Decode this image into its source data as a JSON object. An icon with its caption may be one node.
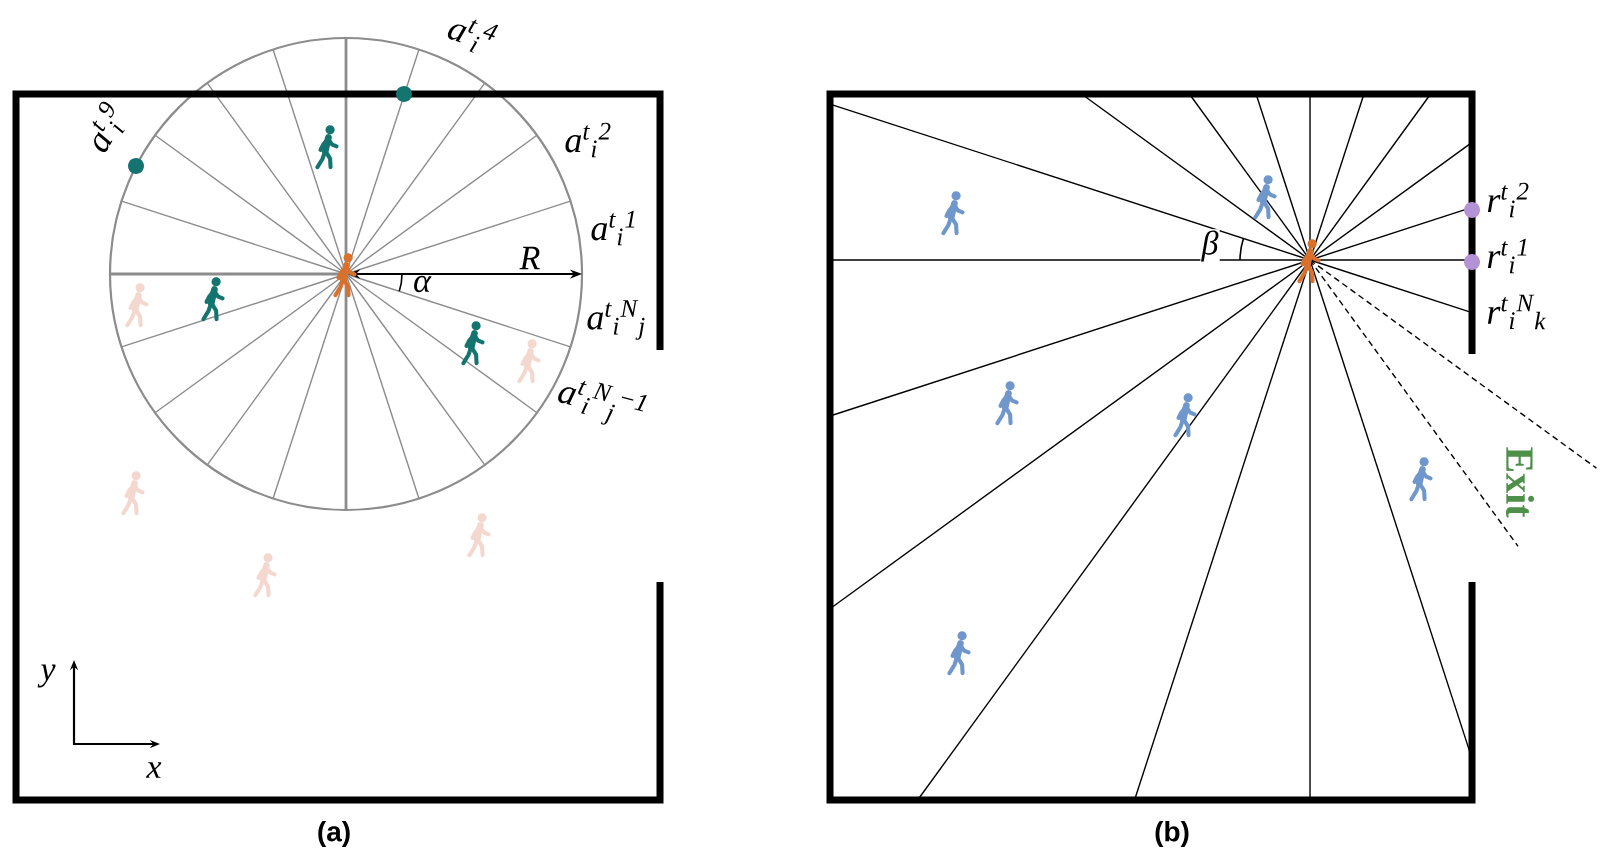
{
  "diagram": {
    "labels": [
      "a$^{t}$$_{i}$$^{4}$",
      "a$^{t}$$_{i}$$^{9}$",
      "a$^{t}$$_{i}$$^{2}$",
      "a$^{t}$$_{i}$$^{1}$",
      "R",
      "α",
      "a$^{t}$$_{i}$$^{N}$$_{j}$",
      "a$^{t}$$_{i}$$^{N}$$_{j}$$^{−1}$",
      "y",
      "x",
      "(a)",
      "r$^{t}$$_{i}$$^{2}$",
      "β",
      "r$^{t}$$_{i}$$^{1}$",
      "r$^{t}$$_{i}$$^{N}$$_{k}$",
      "Exit",
      "(b)"
    ]
  }
}
